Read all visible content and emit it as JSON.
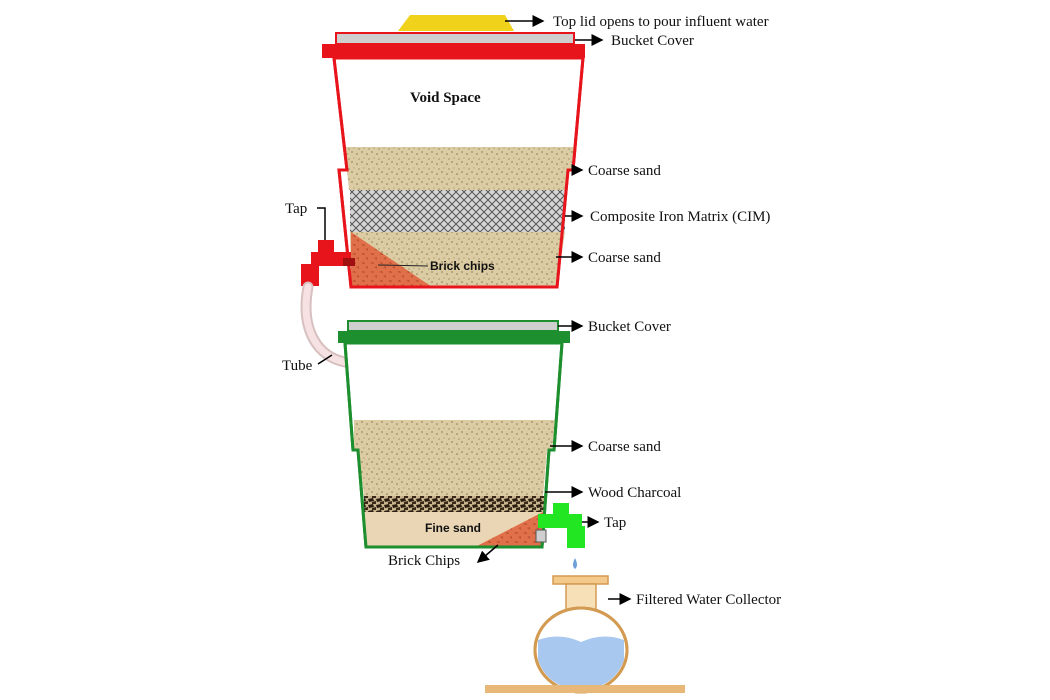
{
  "colors": {
    "upper_bucket": "#e8141c",
    "lower_bucket": "#1e8f2e",
    "lid_yellow": "#f0d21a",
    "cover_grey": "#bfbfbf",
    "tap_red": "#e8141c",
    "tap_green": "#22e622",
    "coarse_sand": "#d9c9a0",
    "cim": "#8a8a8a",
    "brick": "#e0704a",
    "fine_sand": "#ead6b4",
    "charcoal": "#3a2a1a",
    "water": "#a9c8ef",
    "collector": "#f3c98c",
    "stand": "#e8b878",
    "tube": "#f3dada"
  },
  "icons": {
    "upper_tap": "tap-icon",
    "lower_tap": "tap-icon",
    "collector": "pot-icon",
    "drops": "water-drop-icon"
  },
  "labels": {
    "top_lid": "Top lid opens to pour influent water",
    "upper_cover": "Bucket Cover",
    "void_space": "Void Space",
    "coarse_sand_1": "Coarse sand",
    "cim": "Composite Iron Matrix (CIM)",
    "coarse_sand_2": "Coarse sand",
    "brick_chips_upper": "Brick chips",
    "tap_upper": "Tap",
    "tube": "Tube",
    "lower_cover": "Bucket Cover",
    "coarse_sand_3": "Coarse sand",
    "wood_charcoal": "Wood Charcoal",
    "fine_sand": "Fine sand",
    "tap_lower": "Tap",
    "brick_chips_lower": "Brick Chips",
    "collector": "Filtered Water Collector"
  }
}
